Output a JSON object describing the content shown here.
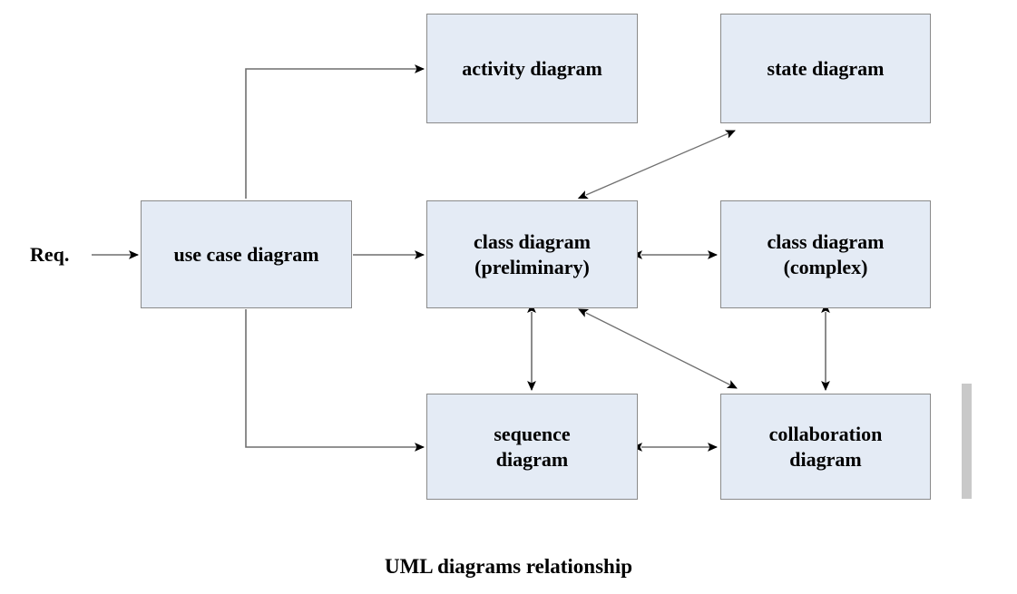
{
  "caption": "UML diagrams relationship",
  "source_label": "Req.",
  "nodes": [
    {
      "id": "activity",
      "label": "activity diagram"
    },
    {
      "id": "state",
      "label": "state diagram"
    },
    {
      "id": "usecase",
      "label": "use case diagram"
    },
    {
      "id": "class_preliminary",
      "label": "class diagram\n(preliminary)"
    },
    {
      "id": "class_complex",
      "label": "class diagram\n(complex)"
    },
    {
      "id": "sequence",
      "label": "sequence\ndiagram"
    },
    {
      "id": "collaboration",
      "label": "collaboration\ndiagram"
    }
  ],
  "edges": [
    {
      "from": "Req.",
      "to": "use case diagram",
      "style": "single-arrow"
    },
    {
      "from": "use case diagram",
      "to": "activity diagram",
      "style": "single-arrow-elbow"
    },
    {
      "from": "use case diagram",
      "to": "class diagram (preliminary)",
      "style": "single-arrow"
    },
    {
      "from": "use case diagram",
      "to": "sequence diagram",
      "style": "single-arrow-elbow"
    },
    {
      "from": "class diagram (preliminary)",
      "to": "state diagram",
      "style": "double-arrow"
    },
    {
      "from": "class diagram (preliminary)",
      "to": "class diagram (complex)",
      "style": "double-arrow"
    },
    {
      "from": "class diagram (preliminary)",
      "to": "sequence diagram",
      "style": "double-arrow"
    },
    {
      "from": "class diagram (preliminary)",
      "to": "collaboration diagram",
      "style": "double-arrow"
    },
    {
      "from": "sequence diagram",
      "to": "collaboration diagram",
      "style": "double-arrow"
    },
    {
      "from": "class diagram (complex)",
      "to": "collaboration diagram",
      "style": "double-arrow"
    }
  ],
  "colors": {
    "node_fill": "#e4ebf5",
    "node_border": "#8a8a8a",
    "edge_line": "#6f6f6f",
    "arrow_head": "#000000",
    "text": "#000000",
    "scroll_indicator": "#c9c9c9",
    "background": "#ffffff"
  }
}
